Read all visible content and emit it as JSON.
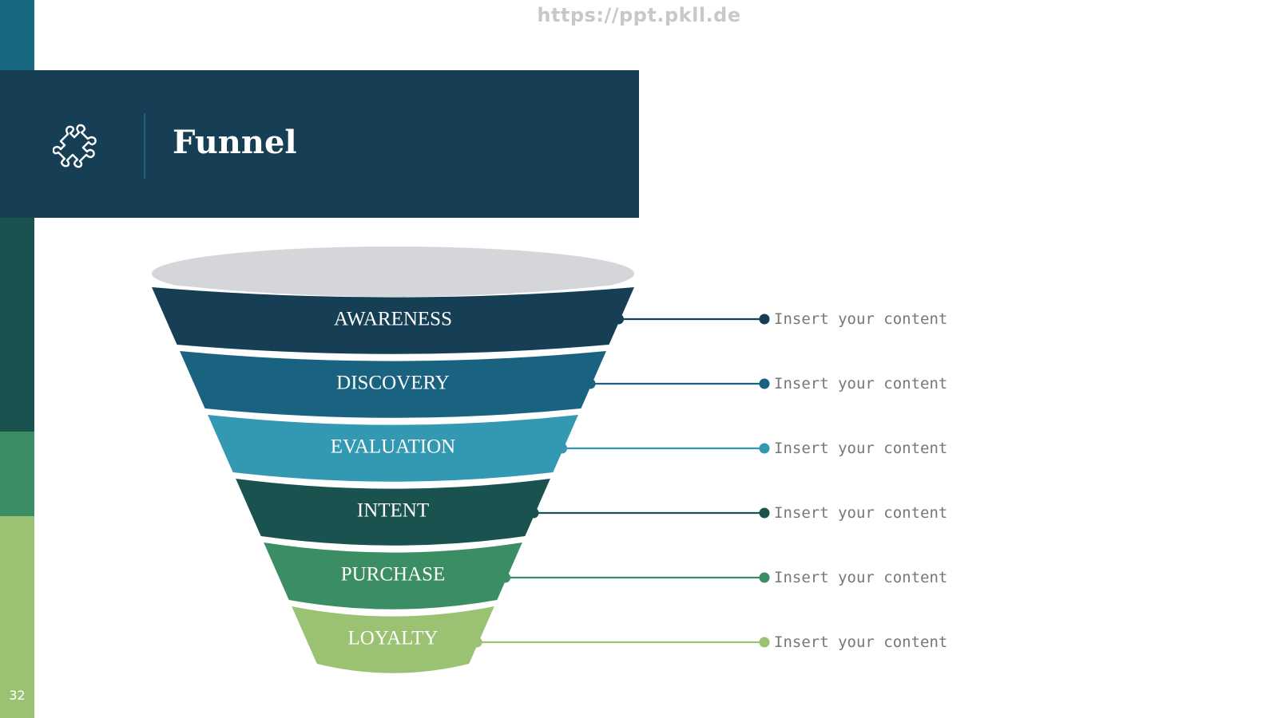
{
  "watermark": "https://ppt.pkll.de",
  "page_number": "32",
  "header": {
    "title": "Funnel",
    "icon": "puzzle-icon",
    "background": "#163f55"
  },
  "side_bar": {
    "colors": [
      "#176880",
      "#163f55",
      "#1a5250",
      "#3b8d64",
      "#9bc273"
    ]
  },
  "funnel": {
    "top_ellipse_color": "#d4d6da",
    "stages": [
      {
        "label": "AWARENESS",
        "color": "#163f55",
        "description": "Insert your content"
      },
      {
        "label": "DISCOVERY",
        "color": "#196280",
        "description": "Insert your content"
      },
      {
        "label": "EVALUATION",
        "color": "#3398b1",
        "description": "Insert your content"
      },
      {
        "label": "INTENT",
        "color": "#1a5250",
        "description": "Insert your content"
      },
      {
        "label": "PURCHASE",
        "color": "#3b8d64",
        "description": "Insert your content"
      },
      {
        "label": "LOYALTY",
        "color": "#9bc273",
        "description": "Insert your content"
      }
    ]
  }
}
